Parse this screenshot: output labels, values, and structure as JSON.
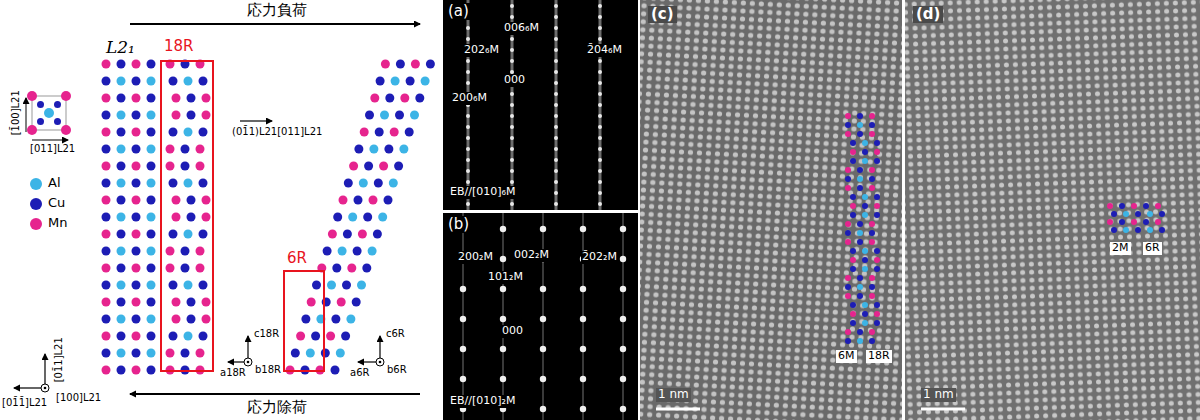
{
  "diagram": {
    "nodes": [
      {
        "text": [
          "18R"
        ]
      },
      {
        "text": [
          "6R"
        ]
      },
      {
        "text": [
          "(a)",
          "006₆M",
          "202₆M",
          "2̄04₆M",
          "200₆M",
          "000",
          "EB//[010]₆M"
        ]
      },
      {
        "text": [
          "(b)",
          "200₂M",
          "101₂M",
          "002₂M",
          "2̄02₂M",
          "000",
          "EB//[010]₂M"
        ]
      },
      {
        "text": [
          "(c)",
          "6M",
          "18R",
          "1 nm"
        ]
      },
      {
        "text": [
          "(d)",
          "2M",
          "6R",
          "1 nm"
        ]
      }
    ],
    "labels": [
      "応力負荷",
      "L2₁",
      "(01̄1)L21[011]L21",
      "[1̄00]L21",
      "[011]L21",
      "c18R",
      "a18R",
      "b18R",
      "c6R",
      "a6R",
      "b6R",
      "[01̄1]L21",
      "[01̄1̄]L21",
      "[100]L21",
      "応力除荷"
    ],
    "legend": [
      {
        "text": "Al",
        "color": "#3cb4e6"
      },
      {
        "text": "Cu",
        "color": "#1d1db5"
      },
      {
        "text": "Mn",
        "color": "#e6248e"
      }
    ]
  }
}
